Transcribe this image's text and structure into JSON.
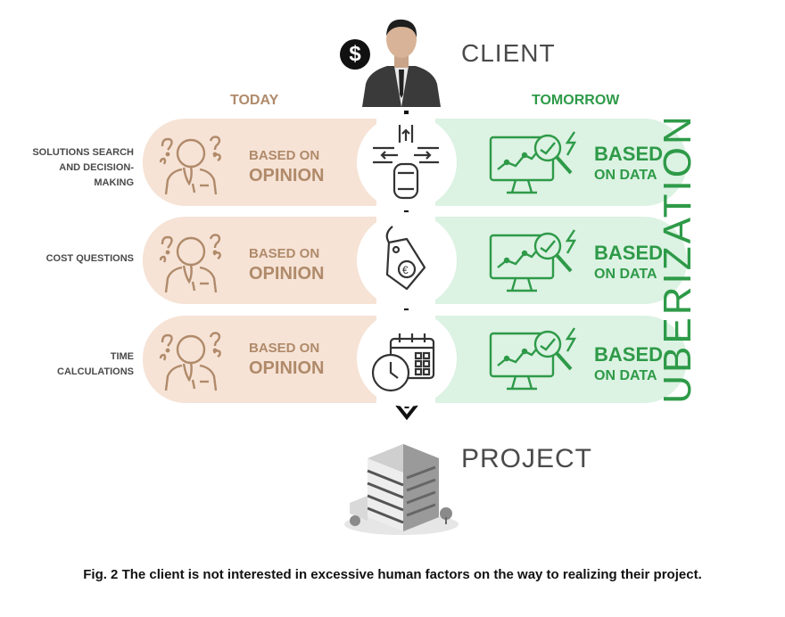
{
  "header": {
    "client_label": "CLIENT",
    "today_label": "TODAY",
    "tomorrow_label": "TOMORROW",
    "project_label": "PROJECT",
    "side_label": "UBERIZATION"
  },
  "rows": [
    {
      "label_lines": [
        "SOLUTIONS SEARCH",
        "AND DECISION-",
        "MAKING"
      ],
      "opinion_line1": "BASED ON",
      "opinion_line2": "OPINION",
      "data_line1": "BASED",
      "data_line2": "ON DATA",
      "center_icon": "crossroads-car-icon"
    },
    {
      "label_lines": [
        "COST QUESTIONS"
      ],
      "opinion_line1": "BASED ON",
      "opinion_line2": "OPINION",
      "data_line1": "BASED",
      "data_line2": "ON DATA",
      "center_icon": "price-tag-icon"
    },
    {
      "label_lines": [
        "TIME",
        "CALCULATIONS"
      ],
      "opinion_line1": "BASED ON",
      "opinion_line2": "OPINION",
      "data_line1": "BASED",
      "data_line2": "ON DATA",
      "center_icon": "clock-calendar-icon"
    }
  ],
  "caption": "Fig. 2 The client is not interested in excessive human factors on the way to realizing their project.",
  "colors": {
    "opinion": "#b08a6a",
    "opinion_bg": "#f6e3d6",
    "data": "#2e9a48",
    "data_bg": "#dcf2e3"
  }
}
